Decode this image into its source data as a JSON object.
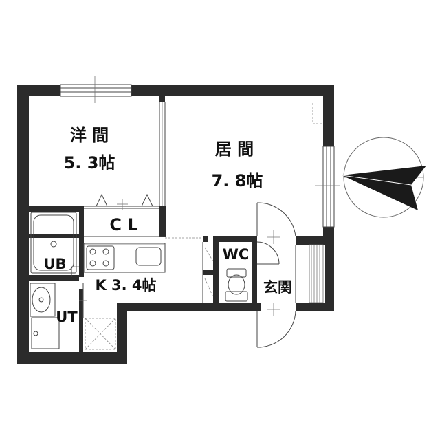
{
  "floorplan": {
    "rooms": {
      "western": {
        "name": "洋 間",
        "size": "5. 3帖"
      },
      "living": {
        "name": "居 間",
        "size": "7. 8帖"
      },
      "closet": {
        "name": "C L"
      },
      "unit_bath": {
        "name": "UB"
      },
      "kitchen": {
        "name": "K 3. 4帖"
      },
      "utility": {
        "name": "UT"
      },
      "toilet": {
        "name": "WC"
      },
      "entrance": {
        "name": "玄関"
      }
    },
    "icons": {
      "north": "north-arrow-icon"
    },
    "colors": {
      "wall": "#2b2b2b",
      "line": "#444444"
    }
  }
}
